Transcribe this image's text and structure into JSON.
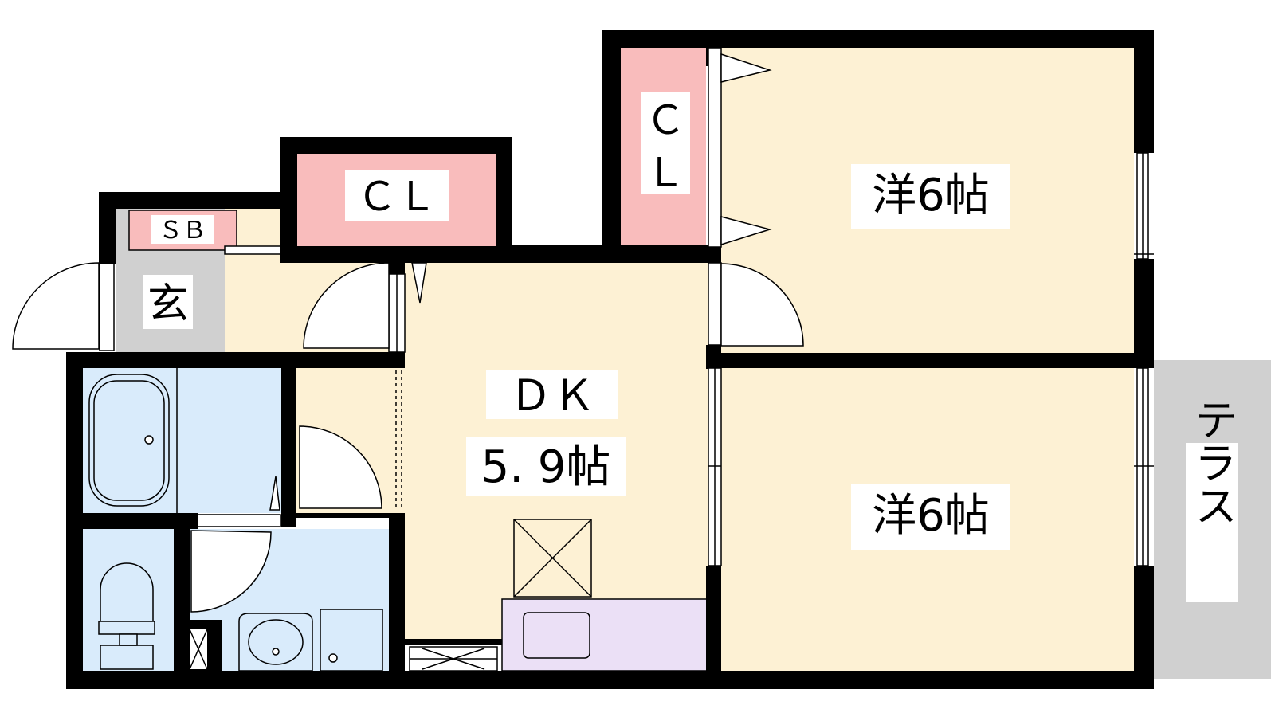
{
  "plan": {
    "rooms": {
      "western_upper": "洋6帖",
      "western_lower": "洋6帖",
      "dk_name": "ＤＫ",
      "dk_size": "5. 9帖",
      "closet_top": "ＣＬ",
      "closet_vertical": [
        "Ｃ",
        "Ｌ"
      ],
      "shoe_box": "ＳＢ",
      "entrance": "玄",
      "terrace": "テラス"
    },
    "colors": {
      "wall": "#000000",
      "room_floor": "#fdf1d4",
      "closet": "#f9bcbc",
      "bath_wet": "#d9ebfb",
      "entrance_floor": "#d0d0d0",
      "terrace": "#d0d0d0",
      "kitchen_counter": "#ebe0f6"
    }
  }
}
